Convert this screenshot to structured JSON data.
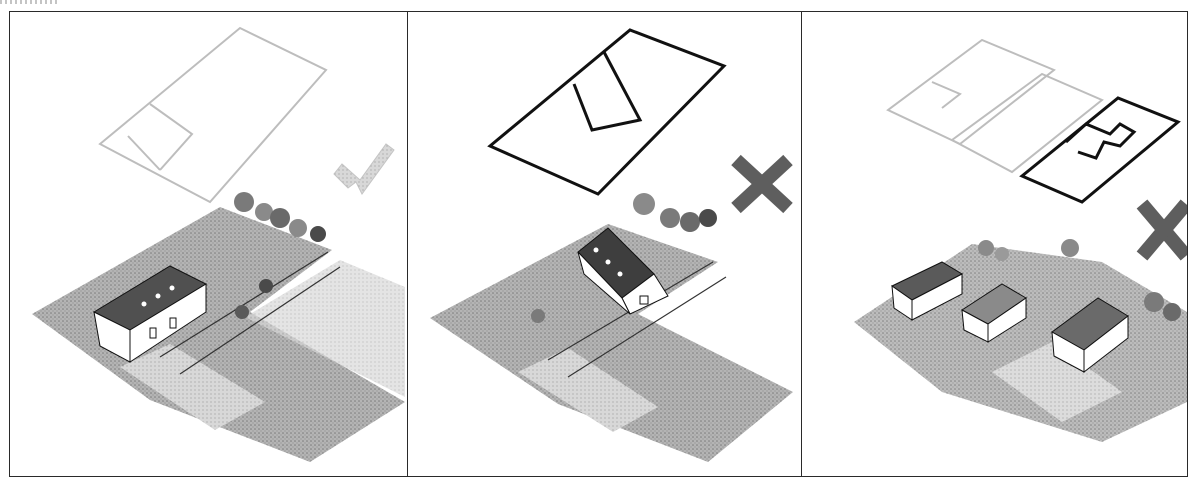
{
  "colors": {
    "frame": "#2a2a2a",
    "ground": "#9a9a9a",
    "ground_light": "#c9c9c9",
    "roof": "#505050",
    "roof_light": "#7a7a7a",
    "wall": "#ffffff",
    "tree": "#6e6e6e",
    "tree_dark": "#4a4a4a",
    "outline_faint": "#bdbdbd",
    "outline_bold": "#111111",
    "check_mark": "#c4c4c4",
    "cross_mark": "#6a6a6a"
  },
  "panels": [
    {
      "verdict": "check-mark-icon",
      "state": "acceptable"
    },
    {
      "verdict": "cross-mark-icon",
      "state": "not acceptable"
    },
    {
      "verdict": "cross-mark-icon",
      "state": "not acceptable"
    }
  ]
}
